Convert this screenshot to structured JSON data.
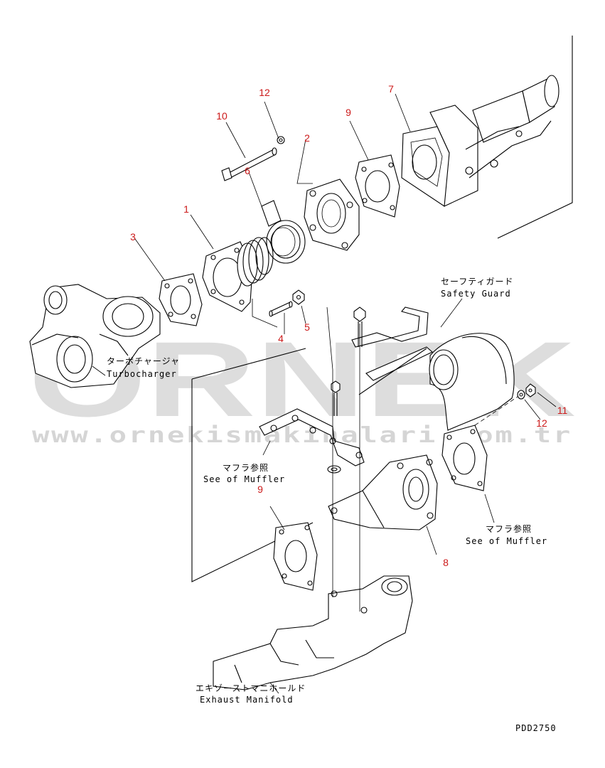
{
  "drawing_code": "PDD2750",
  "watermark": {
    "brand": "ORNEK",
    "url": "www.ornekismakinalari.com.tr",
    "color": "#d8d8d8"
  },
  "callout_color": "#cc1a1a",
  "callouts": {
    "c1": "1",
    "c2": "2",
    "c3": "3",
    "c4": "4",
    "c5": "5",
    "c6": "6",
    "c7": "7",
    "c8": "8",
    "c9a": "9",
    "c9b": "9",
    "c10": "10",
    "c11": "11",
    "c12a": "12",
    "c12b": "12"
  },
  "labels": {
    "safety_guard_jp": "セーフティガード",
    "safety_guard_en": "Safety Guard",
    "turbo_jp": "ターボチャージャ",
    "turbo_en": "Turbocharger",
    "muffler_left_jp": "マフラ参照",
    "muffler_left_en": "See of Muffler",
    "muffler_right_jp": "マフラ参照",
    "muffler_right_en": "See of Muffler",
    "manifold_jp": "エキゾーストマニホールド",
    "manifold_en": "Exhaust Manifold"
  }
}
